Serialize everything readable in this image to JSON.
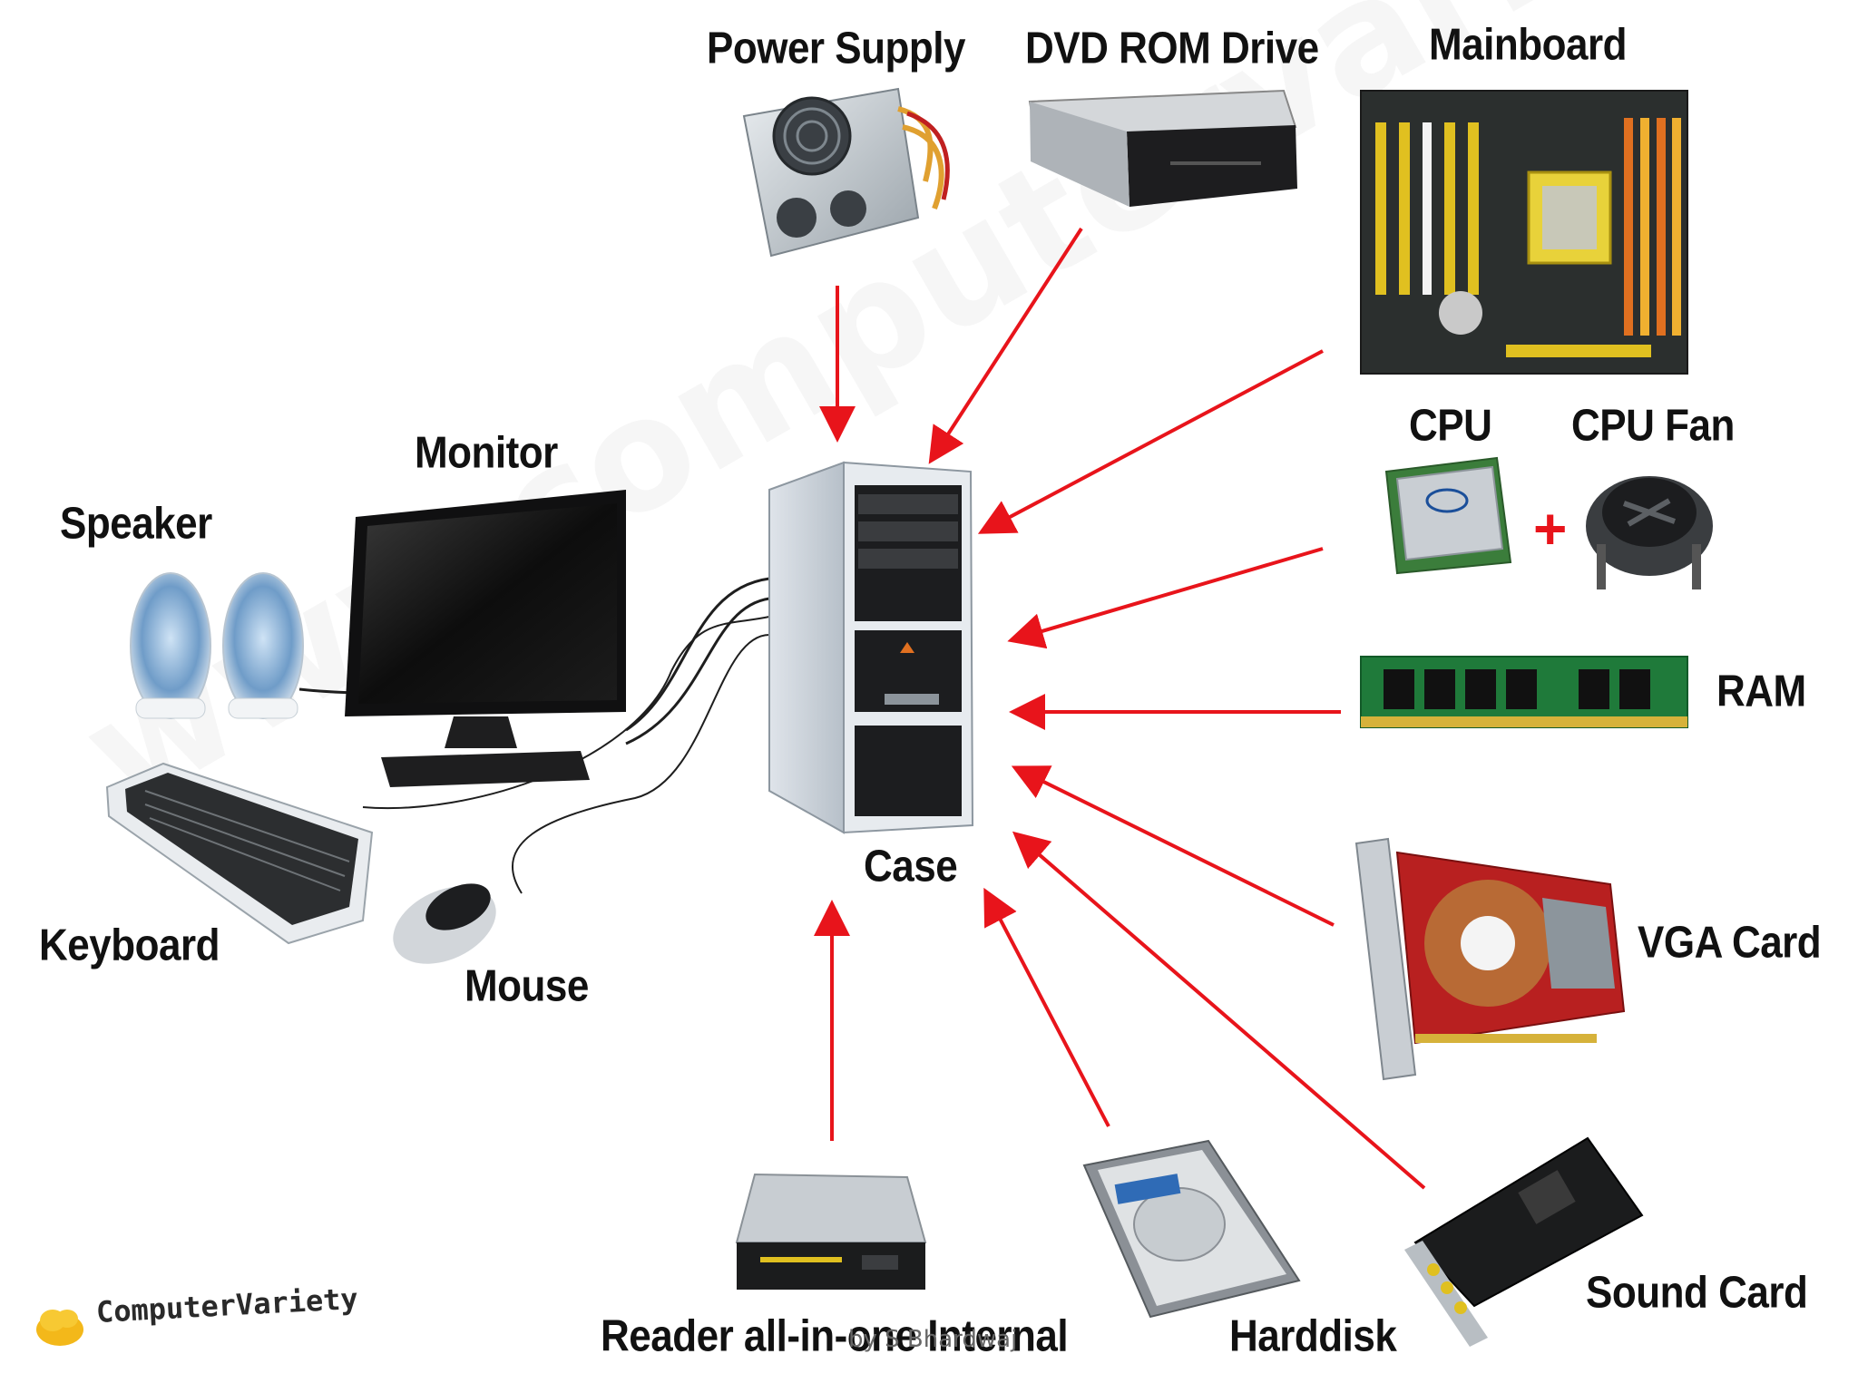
{
  "diagram": {
    "center": {
      "id": "case",
      "label": "Case"
    },
    "internal_components": [
      {
        "id": "power-supply",
        "label": "Power Supply"
      },
      {
        "id": "dvd-rom-drive",
        "label": "DVD ROM Drive"
      },
      {
        "id": "mainboard",
        "label": "Mainboard"
      },
      {
        "id": "cpu",
        "label": "CPU"
      },
      {
        "id": "cpu-fan",
        "label": "CPU Fan"
      },
      {
        "id": "ram",
        "label": "RAM"
      },
      {
        "id": "vga-card",
        "label": "VGA Card"
      },
      {
        "id": "sound-card",
        "label": "Sound Card"
      },
      {
        "id": "harddisk",
        "label": "Harddisk"
      },
      {
        "id": "card-reader",
        "label": "Reader all-in-one Internal"
      }
    ],
    "peripherals": [
      {
        "id": "monitor",
        "label": "Monitor"
      },
      {
        "id": "speaker",
        "label": "Speaker"
      },
      {
        "id": "keyboard",
        "label": "Keyboard"
      },
      {
        "id": "mouse",
        "label": "Mouse"
      }
    ],
    "plus_sign": "+",
    "arrow_color": "#e8141b",
    "logo_text": "ComputerVariety",
    "watermark_text": "www.computervariety.com",
    "credit": "by S Bhardwaj"
  }
}
